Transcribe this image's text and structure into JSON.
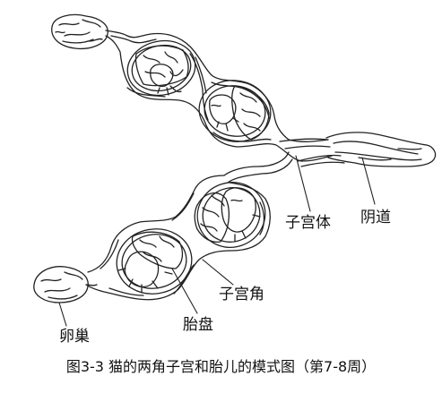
{
  "labels": {
    "uterine_body": "子宫体",
    "vagina": "阴道",
    "uterine_horn": "子宫角",
    "placenta": "胎盘",
    "ovary": "卵巢"
  },
  "caption": "图3-3 猫的两角子宫和胎儿的模式图（第7-8周）",
  "colors": {
    "line": "#222222",
    "background": "#ffffff"
  }
}
